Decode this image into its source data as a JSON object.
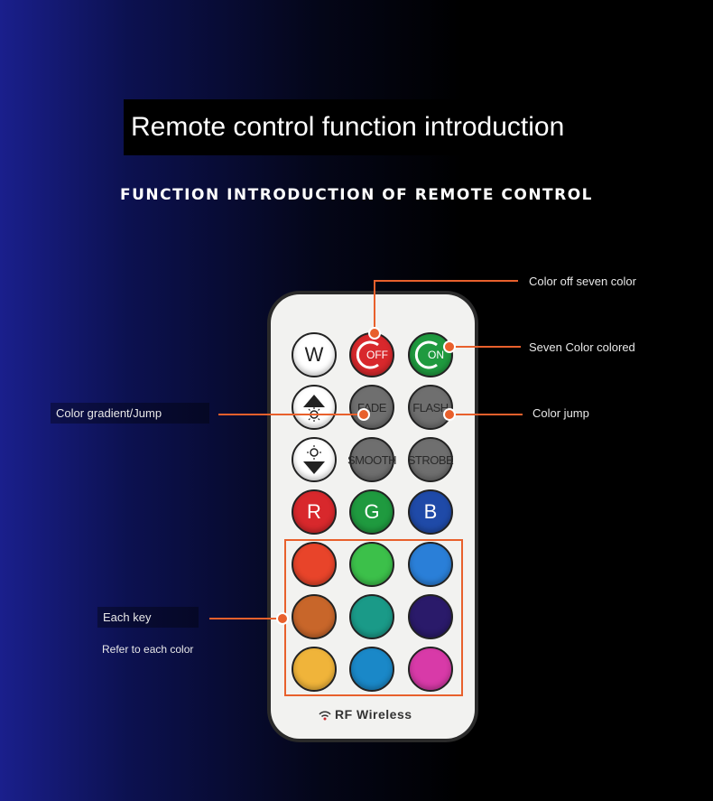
{
  "header": {
    "title": "Remote control function introduction",
    "subtitle": "FUNCTION INTRODUCTION OF REMOTE CONTROL"
  },
  "remote": {
    "rows": [
      [
        {
          "label": "W",
          "style": "w"
        },
        {
          "label": "OFF",
          "style": "off",
          "color": "#d8282c"
        },
        {
          "label": "ON",
          "style": "on",
          "color": "#1f9a3f"
        }
      ],
      [
        {
          "label": "",
          "style": "bright-up",
          "icon": "brightness-up-icon"
        },
        {
          "label": "FADE",
          "style": "gray"
        },
        {
          "label": "FLASH",
          "style": "gray"
        }
      ],
      [
        {
          "label": "",
          "style": "bright-down",
          "icon": "brightness-down-icon"
        },
        {
          "label": "SMOOTH",
          "style": "gray"
        },
        {
          "label": "STROBE",
          "style": "gray"
        }
      ],
      [
        {
          "label": "R",
          "color": "#d8282c"
        },
        {
          "label": "G",
          "color": "#1f9a3f"
        },
        {
          "label": "B",
          "color": "#1f4aa8"
        }
      ]
    ],
    "color_keys": [
      "#e8442a",
      "#3cc04a",
      "#2a7fd8",
      "#c8662a",
      "#1a9a88",
      "#2a1a6a",
      "#f0b43a",
      "#1a88c8",
      "#d83aa8"
    ],
    "footer_label": "RF Wireless"
  },
  "annotations": {
    "color_off": "Color off seven color",
    "seven_color": "Seven Color colored",
    "gradient": "Color gradient/Jump",
    "color_jump": "Color jump",
    "each_key": "Each key",
    "each_key_note": "Refer to each color"
  },
  "accent_color": "#e8602c"
}
